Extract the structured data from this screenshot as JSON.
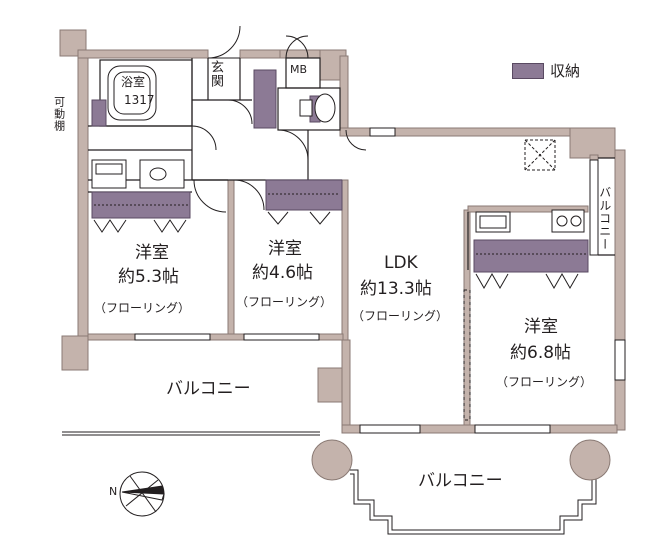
{
  "legend": {
    "storage_label": "収納",
    "storage_color": "#8c7a95"
  },
  "colors": {
    "wall": "#c4b3ac",
    "wall_stroke": "#8a7a74",
    "storage": "#8c7a95",
    "line": "#231f20"
  },
  "labels": {
    "bath": "浴室",
    "bath_size": "1317",
    "entrance": "玄関",
    "mb": "MB",
    "movable_shelf": "可動棚",
    "room1_name": "洋室",
    "room1_size": "約5.3帖",
    "room1_floor": "（フローリング）",
    "room2_name": "洋室",
    "room2_size": "約4.6帖",
    "room2_floor": "（フローリング）",
    "ldk_name": "LDK",
    "ldk_size": "約13.3帖",
    "ldk_floor": "（フローリング）",
    "room3_name": "洋室",
    "room3_size": "約6.8帖",
    "room3_floor": "（フローリング）",
    "balcony_left": "バルコニー",
    "balcony_bottom": "バルコニー",
    "balcony_right": "バルコニー",
    "compass": "N"
  }
}
